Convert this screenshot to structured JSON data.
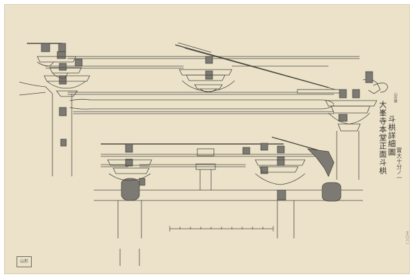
{
  "sheet": {
    "title_line": "大峯寺本堂正面斗栱",
    "name_line": "斗栱詳細圖",
    "scale_note": "實大十分ノ一",
    "small_note": "山形縣",
    "corner_note": "千〇八一",
    "stamp_text": "山形"
  },
  "colors": {
    "paper": "#ebe2c9",
    "ink": "#4a4740",
    "shade": "#7d7a73"
  }
}
